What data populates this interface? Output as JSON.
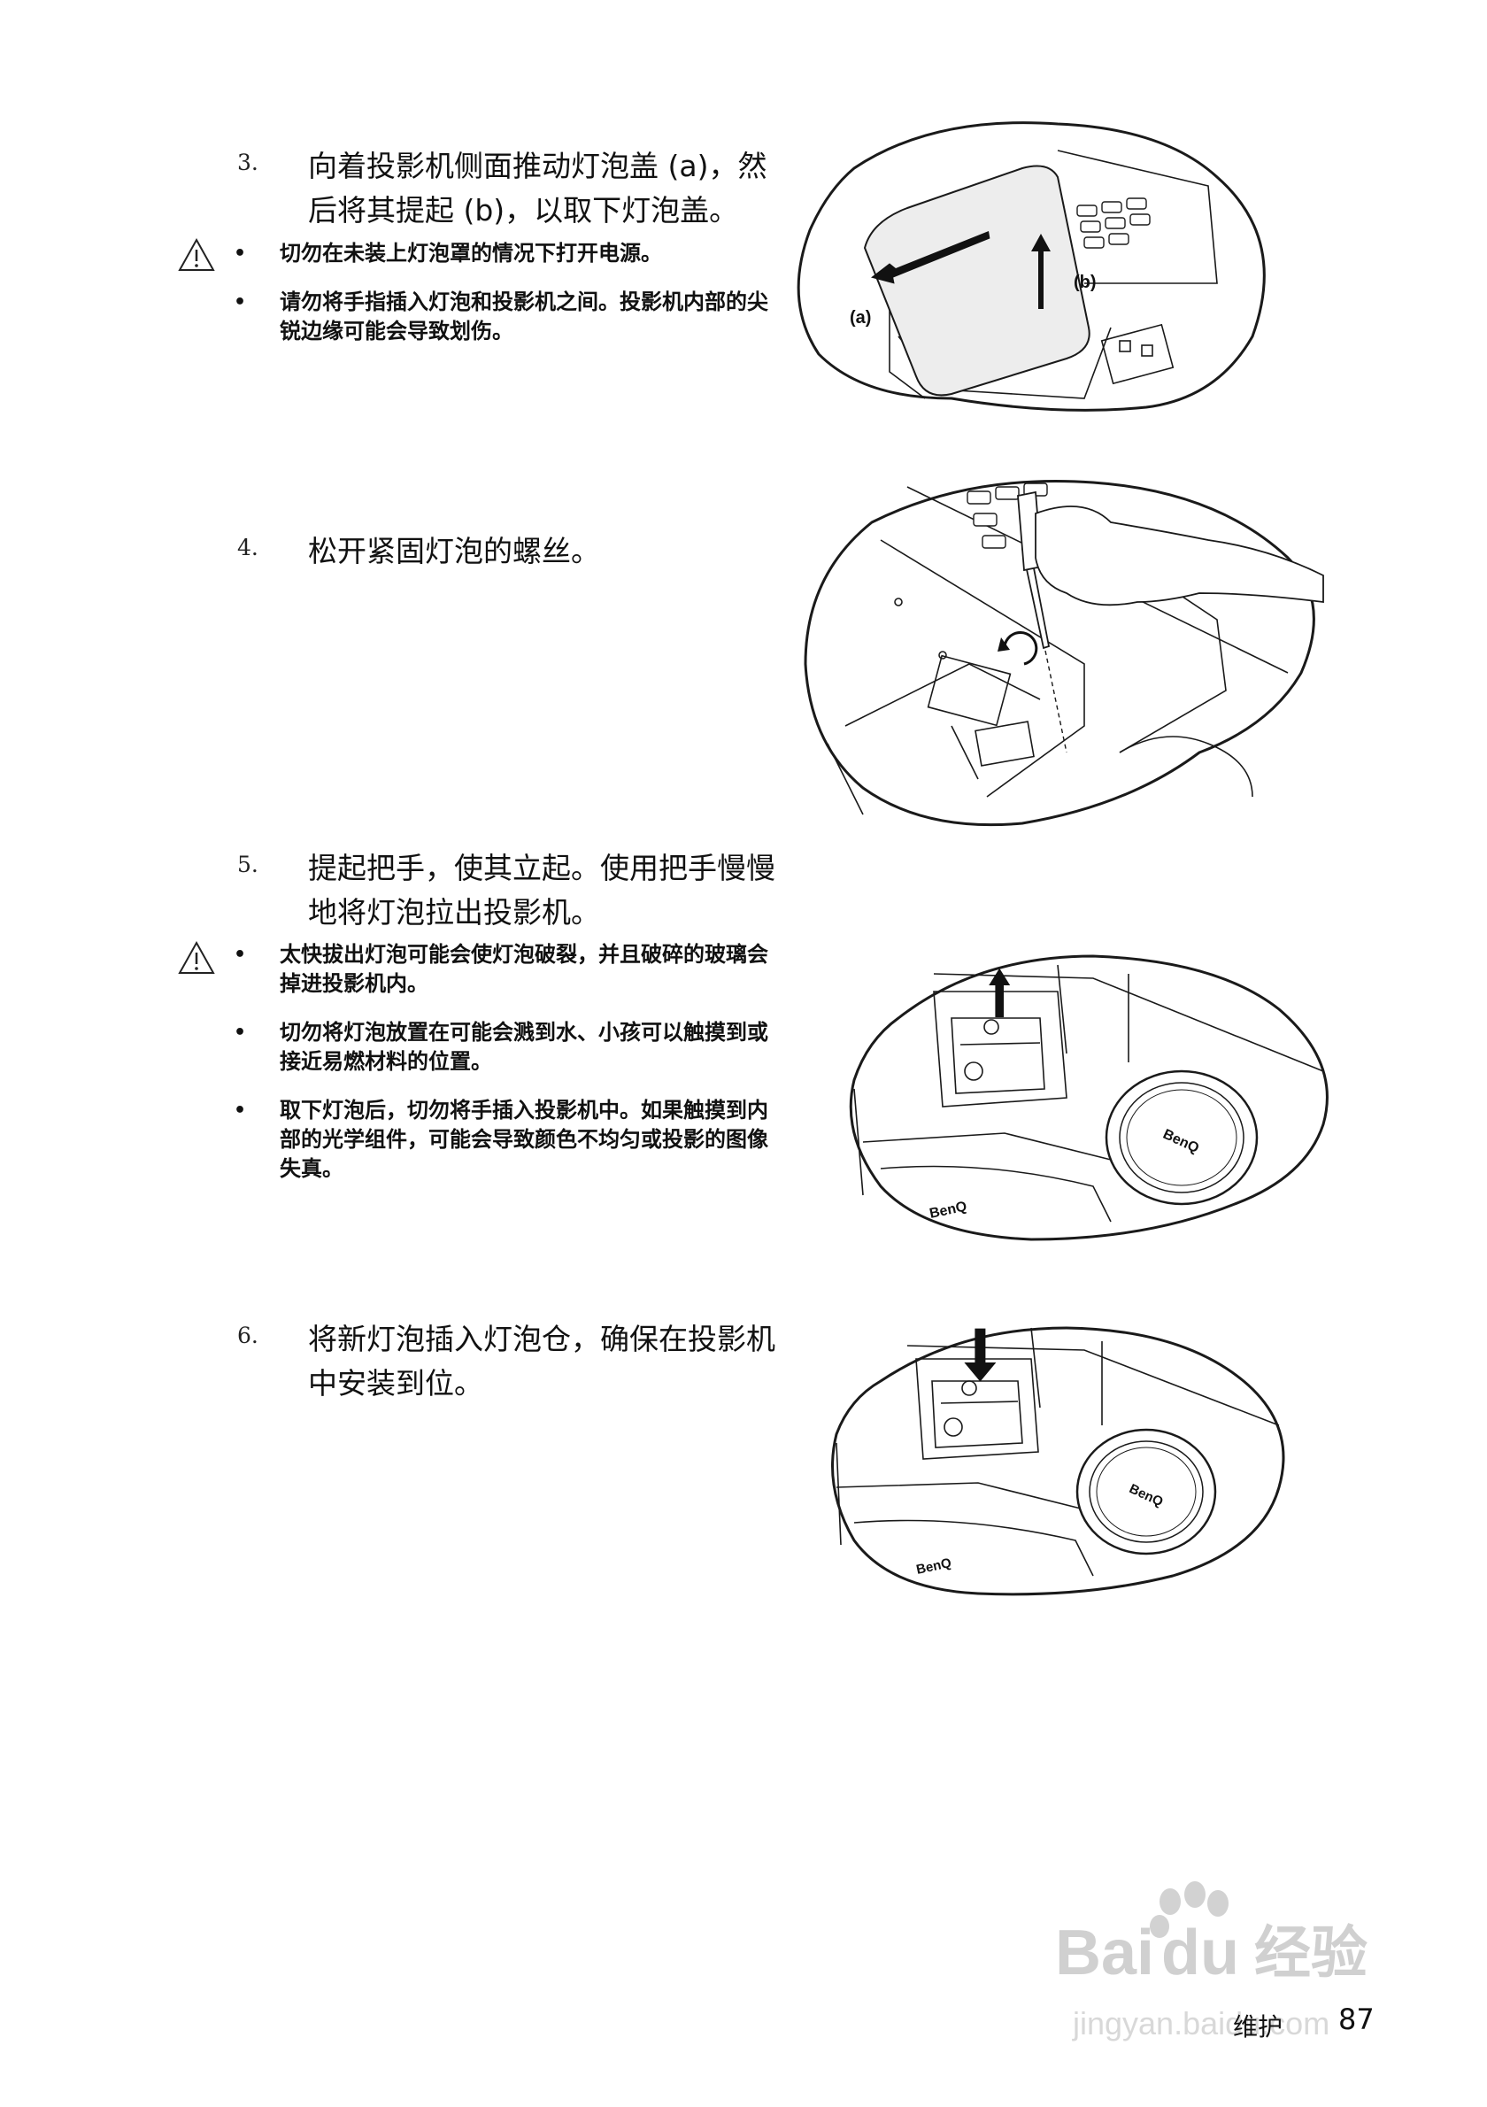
{
  "steps": [
    {
      "num": "3.",
      "text": "向着投影机侧面推动灯泡盖 (a)，然后将其提起 (b)，以取下灯泡盖。"
    },
    {
      "num": "4.",
      "text": "松开紧固灯泡的螺丝。"
    },
    {
      "num": "5.",
      "text": "提起把手，使其立起。使用把手慢慢地将灯泡拉出投影机。"
    },
    {
      "num": "6.",
      "text": "将新灯泡插入灯泡仓，确保在投影机中安装到位。"
    }
  ],
  "warnings_1": [
    "切勿在未装上灯泡罩的情况下打开电源。",
    "请勿将手指插入灯泡和投影机之间。投影机内部的尖锐边缘可能会导致划伤。"
  ],
  "warnings_2": [
    "太快拔出灯泡可能会使灯泡破裂，并且破碎的玻璃会掉进投影机内。",
    "切勿将灯泡放置在可能会溅到水、小孩可以触摸到或接近易燃材料的位置。",
    "取下灯泡后，切勿将手插入投影机中。如果触摸到内部的光学组件，可能会导致颜色不均匀或投影的图像失真。"
  ],
  "figure1": {
    "label_a": "(a)",
    "label_b": "(b)"
  },
  "brand_mark": "BenQ",
  "footer": {
    "section": "维护",
    "page": "87"
  },
  "watermark": {
    "brand": "Bai",
    "brand2": "du",
    "suffix": "经验",
    "url": "jingyan.baidu.com"
  },
  "colors": {
    "text": "#111111",
    "line": "#1a1a1a",
    "watermark": "#c8c8c8"
  }
}
